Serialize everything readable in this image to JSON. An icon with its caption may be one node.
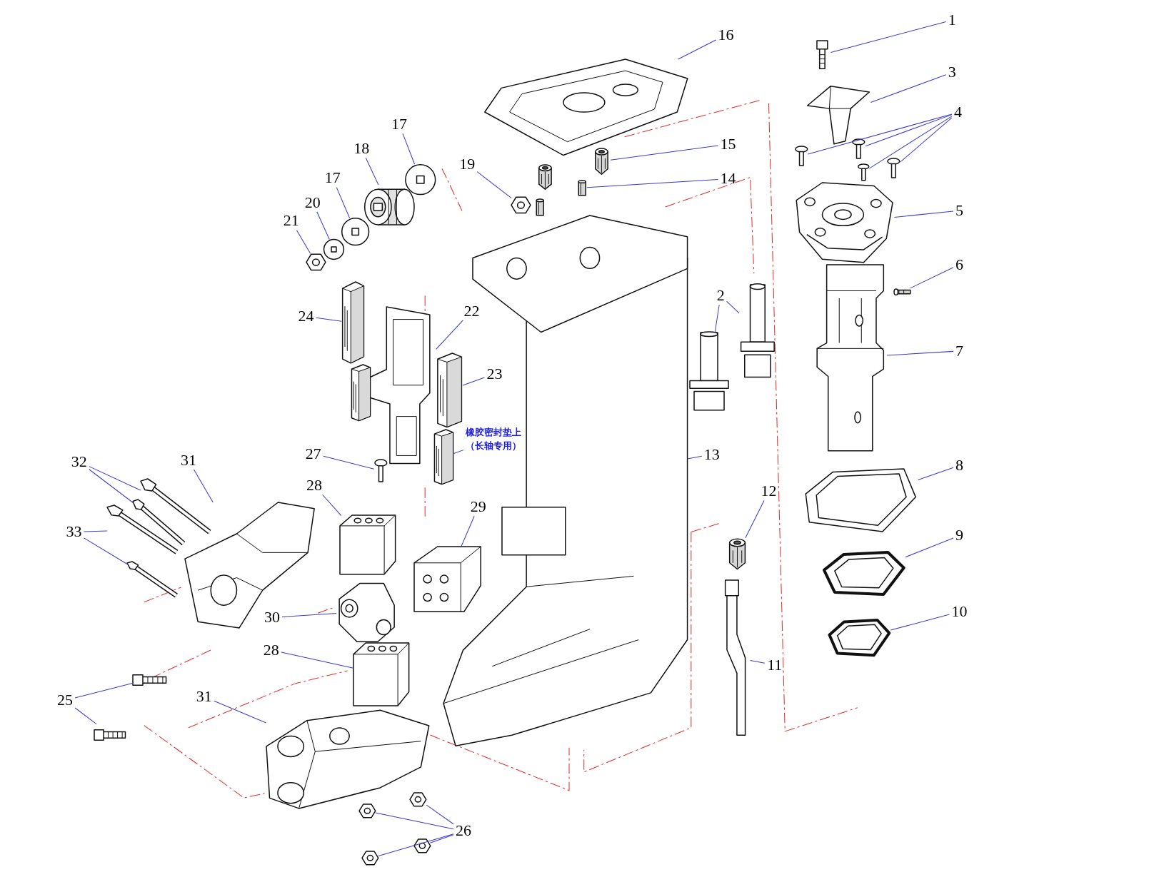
{
  "diagram": {
    "nodes": [
      {
        "text": [
          "1"
        ]
      },
      {
        "text": [],
        "shape": "picture"
      },
      {
        "text": [
          "3"
        ]
      },
      {
        "text": [],
        "shape": "picture"
      },
      {
        "text": [
          "4"
        ]
      },
      {
        "text": [],
        "shape": "picture"
      },
      {
        "text": [],
        "shape": "picture"
      },
      {
        "text": [],
        "shape": "picture"
      },
      {
        "text": [],
        "shape": "picture"
      },
      {
        "text": [
          "5"
        ]
      },
      {
        "text": [],
        "shape": "picture"
      },
      {
        "text": [
          "6"
        ]
      },
      {
        "text": [],
        "shape": "picture"
      },
      {
        "text": [
          "7"
        ]
      },
      {
        "text": [],
        "shape": "picture"
      },
      {
        "text": [
          "8"
        ]
      },
      {
        "text": [],
        "shape": "picture"
      },
      {
        "text": [
          "9"
        ]
      },
      {
        "text": [],
        "shape": "picture"
      },
      {
        "text": [
          "10"
        ]
      },
      {
        "text": [],
        "shape": "picture"
      },
      {
        "text": [
          "11"
        ]
      },
      {
        "text": [],
        "shape": "picture"
      },
      {
        "text": [
          "12"
        ]
      },
      {
        "text": [],
        "shape": "picture"
      },
      {
        "text": [
          "13"
        ]
      },
      {
        "text": [],
        "shape": "picture"
      },
      {
        "text": [
          "14"
        ]
      },
      {
        "text": [],
        "shape": "picture"
      },
      {
        "text": [
          "15"
        ]
      },
      {
        "text": [],
        "shape": "picture"
      },
      {
        "text": [
          "16"
        ]
      },
      {
        "text": [],
        "shape": "picture"
      },
      {
        "text": [
          "2"
        ]
      },
      {
        "text": [],
        "shape": "picture"
      },
      {
        "text": [],
        "shape": "picture"
      },
      {
        "text": [
          "17"
        ]
      },
      {
        "text": [],
        "shape": "picture"
      },
      {
        "text": [
          "18"
        ]
      },
      {
        "text": [],
        "shape": "picture"
      },
      {
        "text": [
          "17"
        ]
      },
      {
        "text": [],
        "shape": "picture"
      },
      {
        "text": [
          "19"
        ]
      },
      {
        "text": [],
        "shape": "picture"
      },
      {
        "text": [
          "20"
        ]
      },
      {
        "text": [],
        "shape": "picture"
      },
      {
        "text": [
          "21"
        ]
      },
      {
        "text": [],
        "shape": "picture"
      },
      {
        "text": [
          "24"
        ]
      },
      {
        "text": [],
        "shape": "picture"
      },
      {
        "text": [
          "22"
        ]
      },
      {
        "text": [],
        "shape": "picture"
      },
      {
        "text": [
          "23"
        ]
      },
      {
        "text": [],
        "shape": "picture"
      },
      {
        "text": [
          "27"
        ]
      },
      {
        "text": [],
        "shape": "picture"
      },
      {
        "text": [
          "28"
        ]
      },
      {
        "text": [],
        "shape": "picture"
      },
      {
        "text": [
          "29"
        ]
      },
      {
        "text": [],
        "shape": "picture"
      },
      {
        "text": [
          "30"
        ]
      },
      {
        "text": [],
        "shape": "picture"
      },
      {
        "text": [
          "28"
        ]
      },
      {
        "text": [],
        "shape": "picture"
      },
      {
        "text": [
          "31"
        ]
      },
      {
        "text": [],
        "shape": "picture"
      },
      {
        "text": [
          "31"
        ]
      },
      {
        "text": [],
        "shape": "picture"
      },
      {
        "text": [
          "32"
        ]
      },
      {
        "text": [],
        "shape": "picture"
      },
      {
        "text": [],
        "shape": "picture"
      },
      {
        "text": [
          "33"
        ]
      },
      {
        "text": [],
        "shape": "picture"
      },
      {
        "text": [],
        "shape": "picture"
      },
      {
        "text": [
          "25"
        ]
      },
      {
        "text": [],
        "shape": "picture"
      },
      {
        "text": [],
        "shape": "picture"
      },
      {
        "text": [
          "26"
        ]
      },
      {
        "text": [],
        "shape": "picture"
      },
      {
        "text": [],
        "shape": "picture"
      },
      {
        "text": [],
        "shape": "picture"
      },
      {
        "text": [],
        "shape": "picture"
      },
      {
        "text": [
          "橡胶密封垫上（长轴专用）"
        ]
      },
      {
        "text": [],
        "shape": "picture"
      },
      {
        "text": [],
        "shape": "picture"
      },
      {
        "text": [],
        "shape": "picture"
      },
      {
        "text": [],
        "shape": "picture"
      }
    ],
    "edges": [
      {
        "from": 0,
        "to": 1,
        "arrow": "none"
      },
      {
        "from": 2,
        "to": 3,
        "arrow": "none"
      },
      {
        "from": 4,
        "to": 5,
        "arrow": "none"
      },
      {
        "from": 4,
        "to": 6,
        "arrow": "none"
      },
      {
        "from": 4,
        "to": 7,
        "arrow": "none"
      },
      {
        "from": 4,
        "to": 8,
        "arrow": "none"
      },
      {
        "from": 9,
        "to": 10,
        "arrow": "none"
      },
      {
        "from": 11,
        "to": 12,
        "arrow": "none"
      },
      {
        "from": 13,
        "to": 14,
        "arrow": "none"
      },
      {
        "from": 15,
        "to": 16,
        "arrow": "none"
      },
      {
        "from": 17,
        "to": 18,
        "arrow": "none"
      },
      {
        "from": 19,
        "to": 20,
        "arrow": "none"
      },
      {
        "from": 21,
        "to": 22,
        "arrow": "none"
      },
      {
        "from": 23,
        "to": 24,
        "arrow": "none"
      },
      {
        "from": 25,
        "to": 26,
        "arrow": "none"
      },
      {
        "from": 27,
        "to": 28,
        "arrow": "none"
      },
      {
        "from": 29,
        "to": 30,
        "arrow": "none"
      },
      {
        "from": 31,
        "to": 32,
        "arrow": "none"
      },
      {
        "from": 33,
        "to": 34,
        "arrow": "none"
      },
      {
        "from": 33,
        "to": 35,
        "arrow": "none"
      },
      {
        "from": 36,
        "to": 37,
        "arrow": "none"
      },
      {
        "from": 38,
        "to": 39,
        "arrow": "none"
      },
      {
        "from": 40,
        "to": 41,
        "arrow": "none"
      },
      {
        "from": 42,
        "to": 43,
        "arrow": "none"
      },
      {
        "from": 44,
        "to": 45,
        "arrow": "none"
      },
      {
        "from": 46,
        "to": 47,
        "arrow": "none"
      },
      {
        "from": 48,
        "to": 49,
        "arrow": "none"
      },
      {
        "from": 50,
        "to": 51,
        "arrow": "none"
      },
      {
        "from": 52,
        "to": 53,
        "arrow": "none"
      },
      {
        "from": 54,
        "to": 55,
        "arrow": "none"
      },
      {
        "from": 56,
        "to": 57,
        "arrow": "none"
      },
      {
        "from": 58,
        "to": 59,
        "arrow": "none"
      },
      {
        "from": 60,
        "to": 61,
        "arrow": "none"
      },
      {
        "from": 62,
        "to": 63,
        "arrow": "none"
      },
      {
        "from": 64,
        "to": 65,
        "arrow": "none"
      },
      {
        "from": 66,
        "to": 67,
        "arrow": "none"
      },
      {
        "from": 68,
        "to": 69,
        "arrow": "none"
      },
      {
        "from": 68,
        "to": 70,
        "arrow": "none"
      },
      {
        "from": 71,
        "to": 72,
        "arrow": "none"
      },
      {
        "from": 71,
        "to": 73,
        "arrow": "none"
      },
      {
        "from": 74,
        "to": 75,
        "arrow": "none"
      },
      {
        "from": 74,
        "to": 76,
        "arrow": "none"
      },
      {
        "from": 77,
        "to": 78,
        "arrow": "none"
      },
      {
        "from": 77,
        "to": 79,
        "arrow": "none"
      },
      {
        "from": 77,
        "to": 80,
        "arrow": "none"
      },
      {
        "from": 77,
        "to": 81,
        "arrow": "none"
      },
      {
        "from": 82,
        "to": 83,
        "arrow": "none"
      }
    ]
  }
}
